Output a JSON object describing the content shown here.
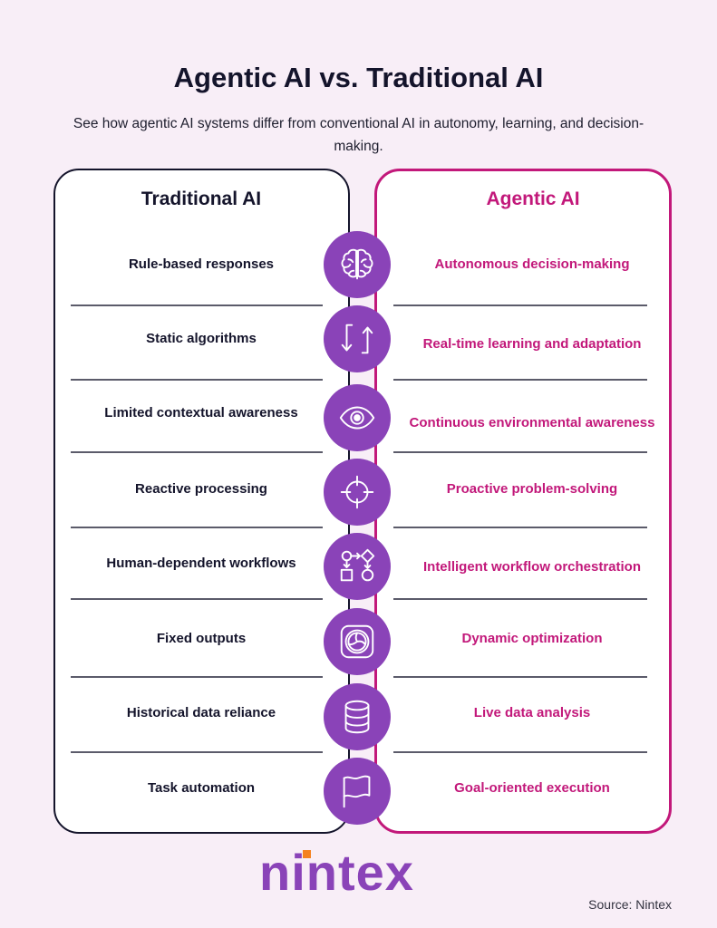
{
  "header": {
    "title": "Agentic AI vs. Traditional AI",
    "subtitle": "See how agentic AI systems differ from conventional AI in autonomy, learning, and decision-making."
  },
  "columns": {
    "left_title": "Traditional AI",
    "right_title": "Agentic AI"
  },
  "rows": [
    {
      "traditional": "Rule-based responses",
      "agentic": "Autonomous decision-making",
      "icon": "brain-icon"
    },
    {
      "traditional": "Static algorithms",
      "agentic": "Real-time learning and adaptation",
      "icon": "cycle-arrows-icon"
    },
    {
      "traditional": "Limited contextual awareness",
      "agentic": "Continuous environmental awareness",
      "icon": "eye-icon"
    },
    {
      "traditional": "Reactive processing",
      "agentic": "Proactive problem-solving",
      "icon": "crosshair-icon"
    },
    {
      "traditional": "Human-dependent workflows",
      "agentic": "Intelligent workflow orchestration",
      "icon": "workflow-shapes-icon"
    },
    {
      "traditional": "Fixed outputs",
      "agentic": "Dynamic optimization",
      "icon": "aperture-icon"
    },
    {
      "traditional": "Historical data reliance",
      "agentic": "Live data analysis",
      "icon": "database-icon"
    },
    {
      "traditional": "Task automation",
      "agentic": "Goal-oriented execution",
      "icon": "flag-icon"
    }
  ],
  "footer": {
    "logo": "nintex",
    "source": "Source: Nintex"
  },
  "colors": {
    "background": "#f8eef7",
    "traditional": "#14142b",
    "agentic": "#c2187a",
    "icon_circle": "#8a43b8",
    "logo_accent": "#f58220"
  }
}
